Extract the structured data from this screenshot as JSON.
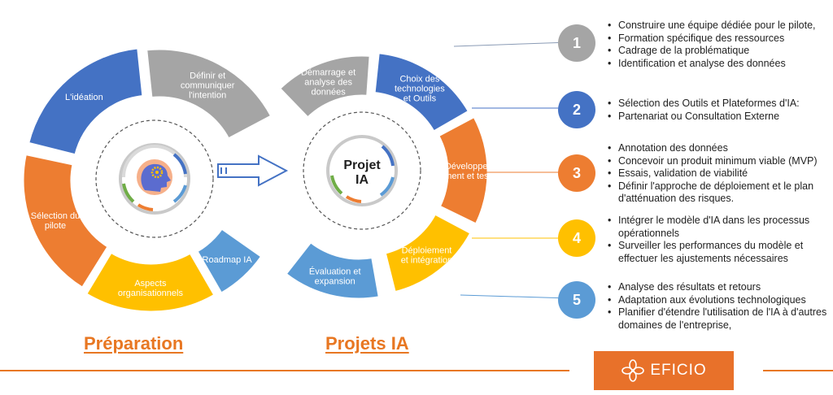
{
  "preparation": {
    "title": "Préparation",
    "segments": [
      {
        "label": "Définir et\ncommuniquer\nl'intention",
        "color": "#a5a5a5"
      },
      {
        "label": "L'idéation",
        "color": "#4472c4"
      },
      {
        "label": "Sélection du\npilote",
        "color": "#ed7d31"
      },
      {
        "label": "Aspects\norganisationnels",
        "color": "#ffc000"
      },
      {
        "label": "Roadmap IA",
        "color": "#5b9bd5"
      }
    ]
  },
  "projets": {
    "title": "Projets IA",
    "center_label": "Projet\nIA",
    "segments": [
      {
        "label": "Démarrage et\nanalyse des\ndonnées",
        "color": "#a5a5a5"
      },
      {
        "label": "Choix des\ntechnologies\net Outils",
        "color": "#4472c4"
      },
      {
        "label": "Développe-\nment et test",
        "color": "#ed7d31"
      },
      {
        "label": "Déploiement\net intégration",
        "color": "#ffc000"
      },
      {
        "label": "Évaluation et\nexpansion",
        "color": "#5b9bd5"
      }
    ]
  },
  "steps": [
    {
      "number": "1",
      "color": "#a5a5a5",
      "items": [
        "Construire une équipe dédiée pour le pilote,",
        "Formation spécifique des ressources",
        "Cadrage de la problématique",
        "Identification et analyse des données"
      ]
    },
    {
      "number": "2",
      "color": "#4472c4",
      "items": [
        "Sélection des Outils et Plateformes d'IA:",
        "Partenariat ou Consultation Externe"
      ]
    },
    {
      "number": "3",
      "color": "#ed7d31",
      "items": [
        "Annotation des données",
        "Concevoir un produit minimum viable (MVP)",
        "Essais, validation de viabilité",
        "Définir l'approche de déploiement et le plan d'atténuation des risques."
      ]
    },
    {
      "number": "4",
      "color": "#ffc000",
      "items": [
        "Intégrer le modèle d'IA dans les processus opérationnels",
        "Surveiller les performances du modèle et effectuer les ajustements nécessaires"
      ]
    },
    {
      "number": "5",
      "color": "#5b9bd5",
      "items": [
        "Analyse des résultats et retours",
        "Adaptation aux évolutions technologiques",
        "Planifier d'étendre l'utilisation de l'IA à d'autres domaines de l'entreprise,"
      ]
    }
  ],
  "logo": {
    "text": "EFICIO",
    "color": "#e8712a"
  }
}
